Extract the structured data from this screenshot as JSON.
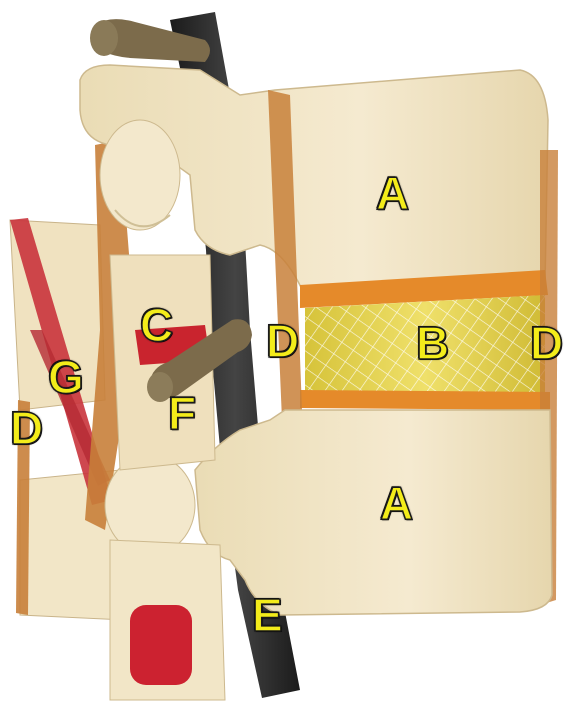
{
  "labels": {
    "a_upper": "A",
    "a_lower": "A",
    "b_disc": "B",
    "c": "C",
    "d_right": "D",
    "d_center": "D",
    "d_left": "D",
    "e": "E",
    "f": "F",
    "g": "G"
  },
  "colors": {
    "bone": "#f2e6c7",
    "bone_shadow": "#d8c8a0",
    "nerve_root": "#7a6a4a",
    "spinal_cord": "#2b2b2b",
    "ligament_red": "#c9242e",
    "ligament_orange": "#c8803a",
    "endplate": "#e58a2a",
    "nucleus": "#e6d24a",
    "label_fill": "#f3ec1a"
  }
}
